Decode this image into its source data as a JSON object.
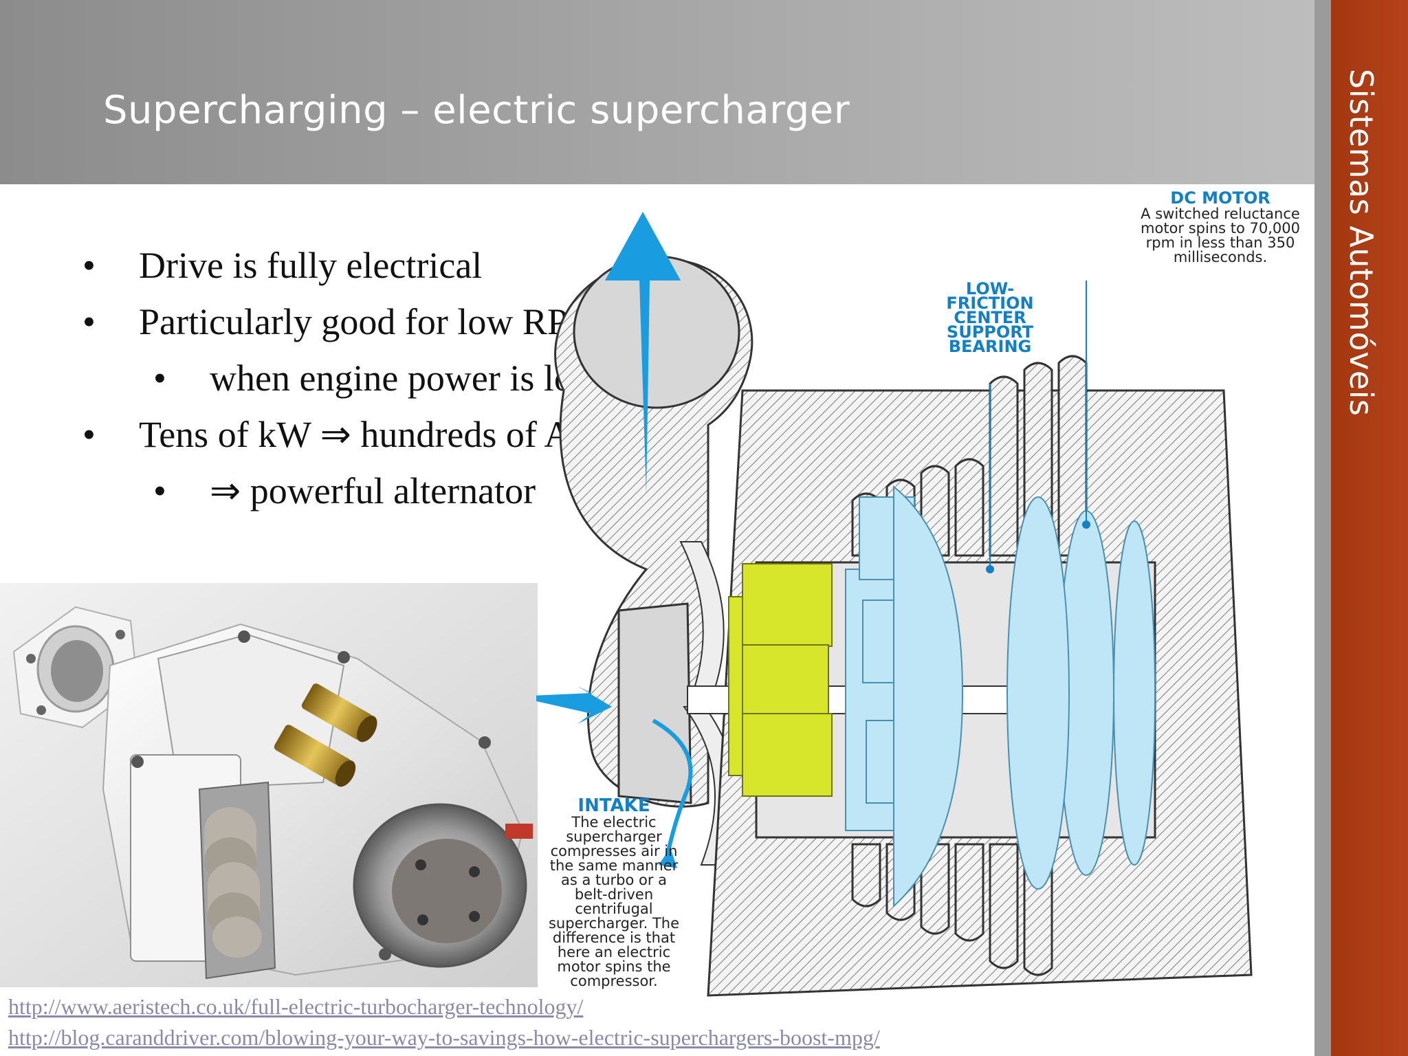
{
  "slide": {
    "title": "Supercharging – electric supercharger",
    "side_label": "Sistemas Automóveis"
  },
  "bullets": [
    {
      "level": 1,
      "text": "Drive is fully electrical"
    },
    {
      "level": 1,
      "text": "Particularly good for low RPM"
    },
    {
      "level": 2,
      "text": "when engine power is low"
    },
    {
      "level": 1,
      "text": "Tens of kW ⇒ hundreds of A"
    },
    {
      "level": 2,
      "text": "⇒ powerful alternator"
    }
  ],
  "bullet_symbol": "•",
  "diagram": {
    "dc_motor": {
      "heading": "DC MOTOR",
      "lines": [
        "A switched reluctance",
        "motor spins to 70,000",
        "rpm in less than 350",
        "milliseconds."
      ]
    },
    "bearing": {
      "lines": [
        "LOW-",
        "FRICTION",
        "CENTER",
        "SUPPORT",
        "BEARING"
      ]
    },
    "intake": {
      "heading": "INTAKE",
      "lines": [
        "The electric",
        "supercharger",
        "compresses air in",
        "the same manner",
        "as a turbo or a",
        "belt-driven",
        "centrifugal",
        "supercharger. The",
        "difference is that",
        "here an electric",
        "motor spins the",
        "compressor."
      ]
    }
  },
  "links": [
    "http://www.aeristech.co.uk/full-electric-turbocharger-technology/",
    "http://blog.caranddriver.com/blowing-your-way-to-savings-how-electric-superchargers-boost-mpg/"
  ],
  "colors": {
    "header_gray": "#a6a6a6",
    "side_band": "#a33710",
    "annotation_blue": "#1380c6",
    "motor_light_blue": "#bfe6f7",
    "bearing_yellow": "#d7e62a",
    "link_color": "#8a8aa8"
  }
}
